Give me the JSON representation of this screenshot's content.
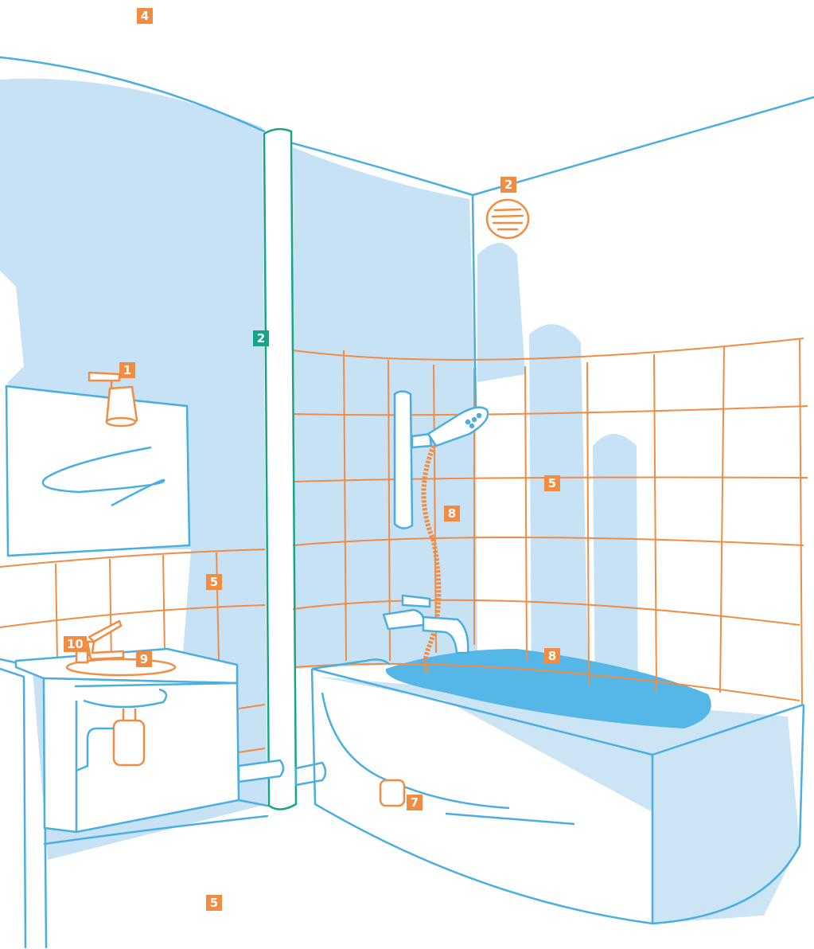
{
  "colors": {
    "orange": "#f28c43",
    "blue": "#4aaee0",
    "light_blue": "#c6e2f4",
    "water": "#55b6e8",
    "green": "#17a58a",
    "background": "#ffffff"
  },
  "labels": {
    "ceiling": "4",
    "vent": "2",
    "pipe": "2",
    "lamp": "1",
    "wall_tiles": "5",
    "shower_wall_tiles": "5",
    "floor": "5",
    "shower_hose": "8",
    "bathtub": "8",
    "tub_drain": "7",
    "sink": "9",
    "sink_faucet": "10"
  },
  "icons": {
    "vent": "vent-grille-icon",
    "lamp": "wall-lamp-icon",
    "shower": "shower-head-icon",
    "faucet": "faucet-icon"
  }
}
